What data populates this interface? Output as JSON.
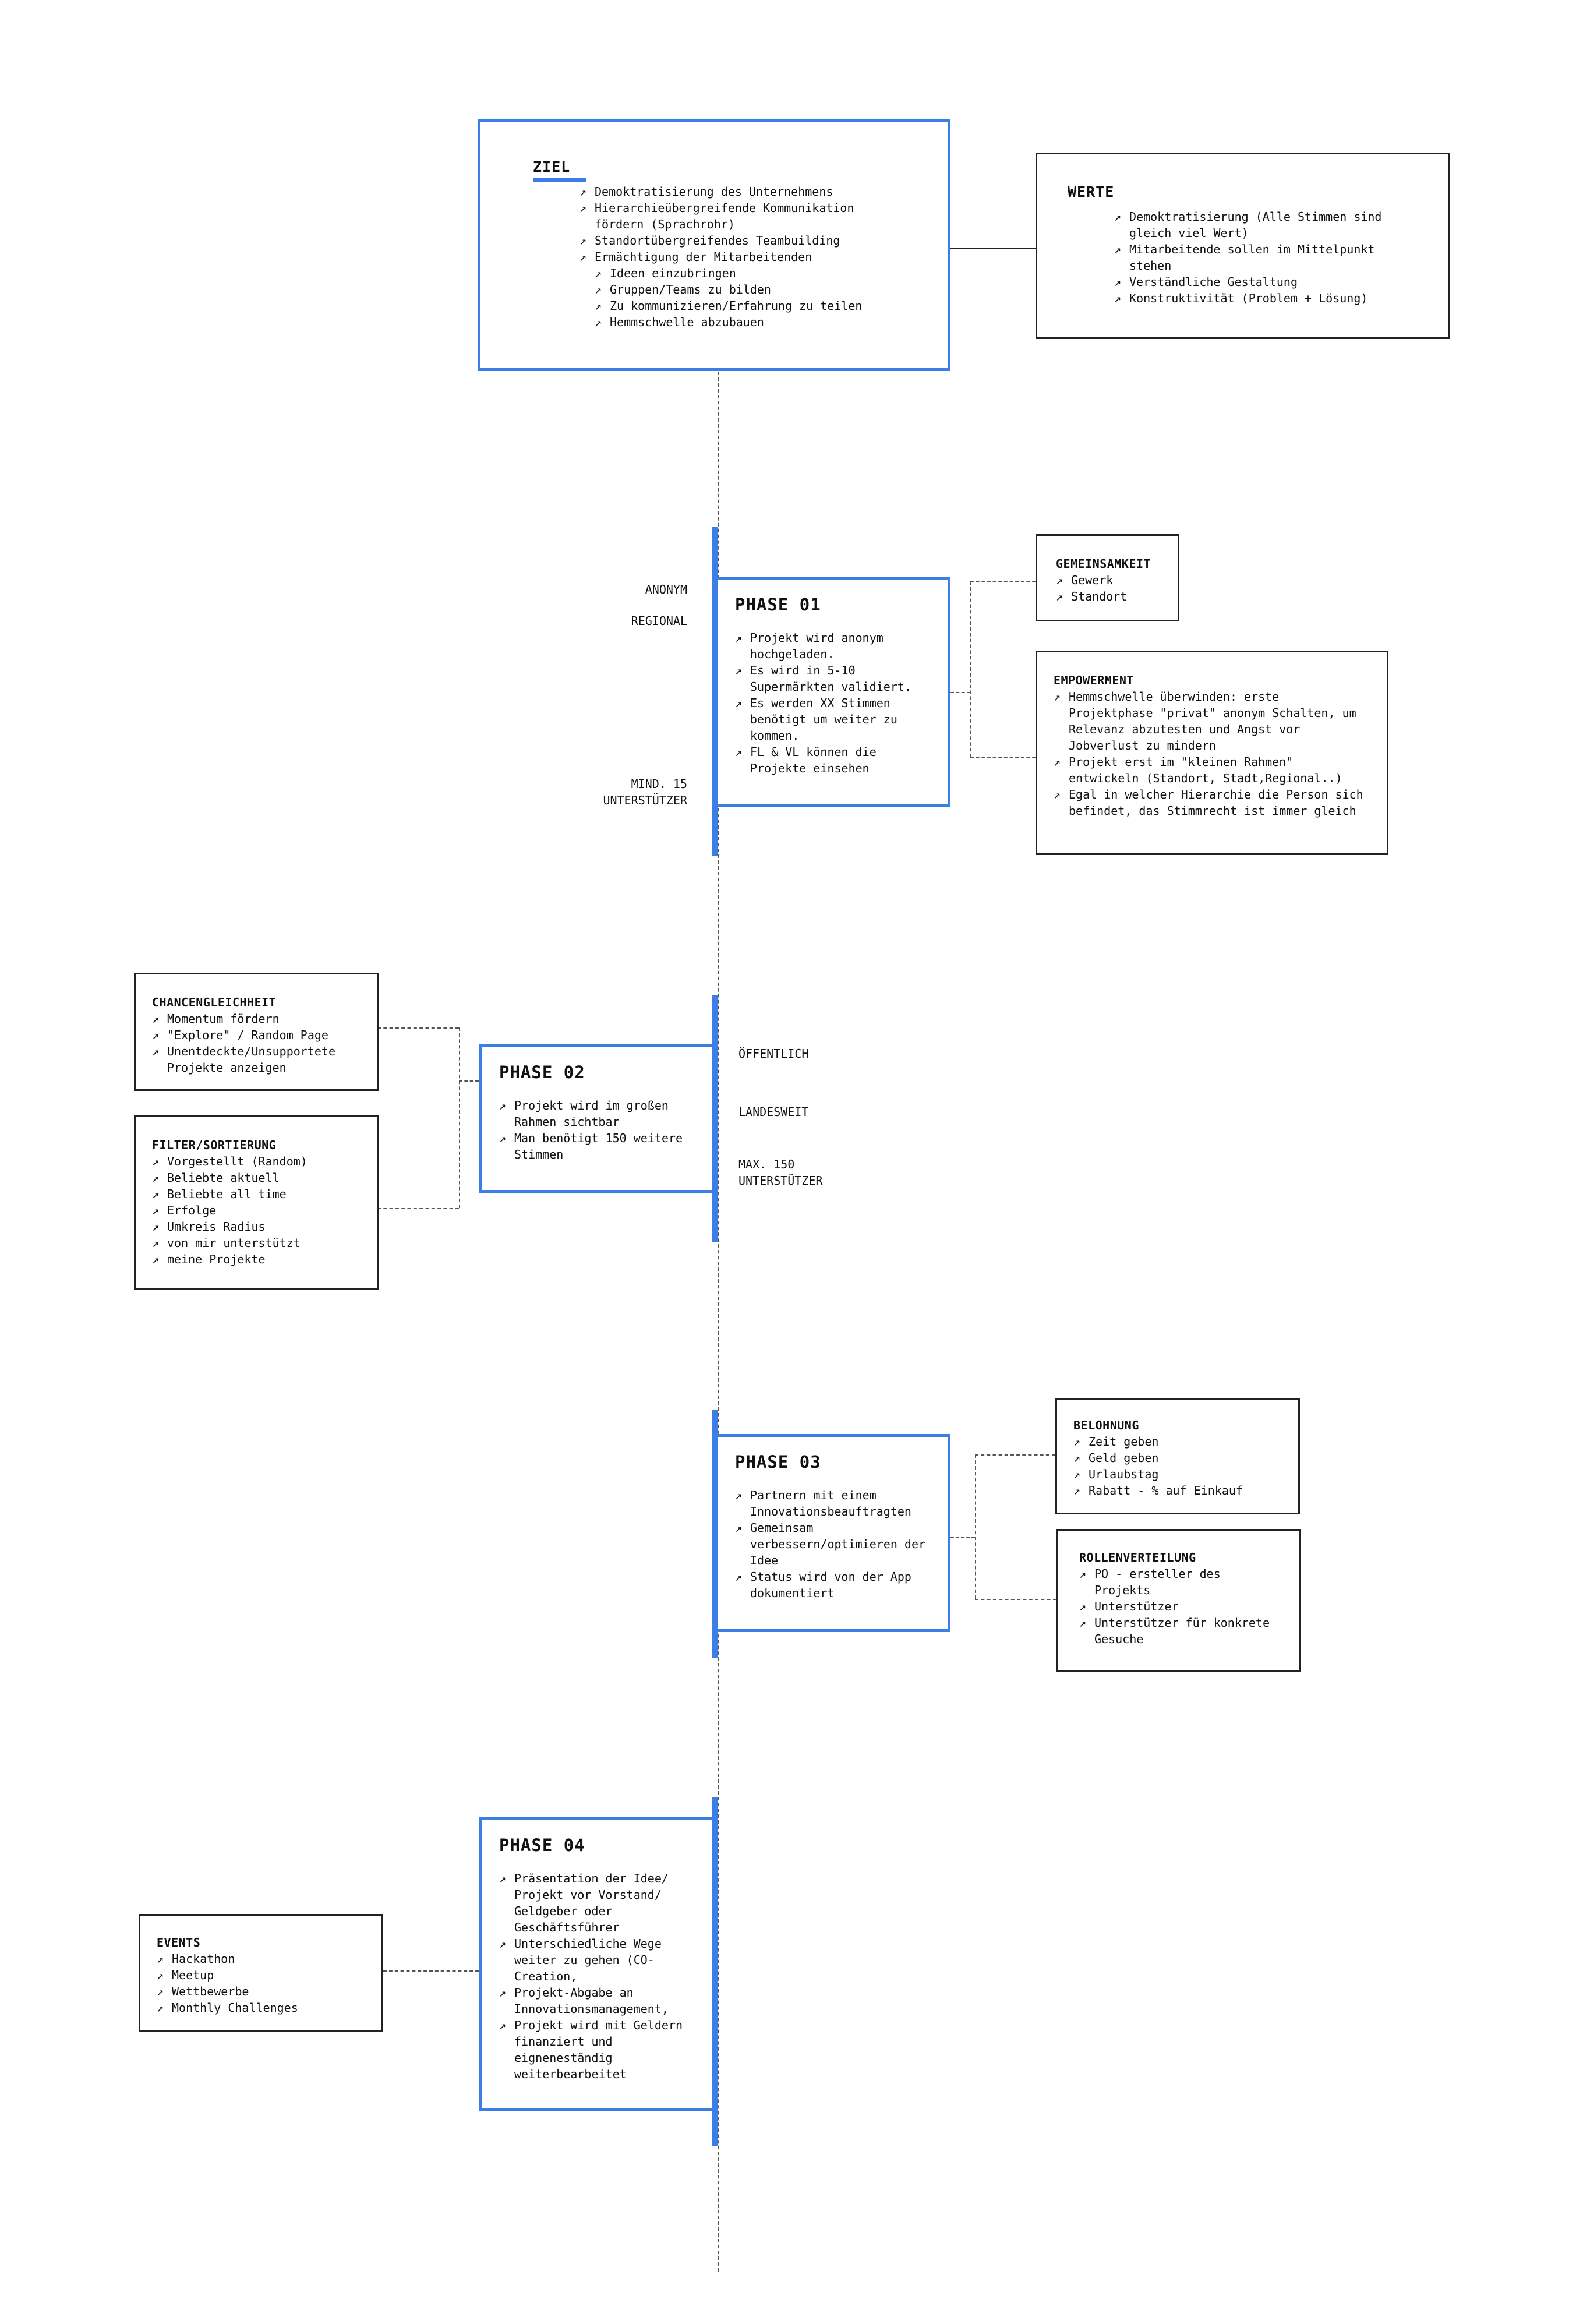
{
  "ziel": {
    "title": "ZIEL",
    "items": [
      "Demoktratisierung des Unternehmens",
      "Hierarchieübergreifende Kommunikation fördern (Sprachrohr)",
      "Standortübergreifendes Teambuilding",
      "Ermächtigung der Mitarbeitenden"
    ],
    "subitems": [
      "Ideen einzubringen",
      "Gruppen/Teams zu bilden",
      "Zu kommunizieren/Erfahrung zu teilen",
      "Hemmschwelle abzubauen"
    ]
  },
  "werte": {
    "title": "WERTE",
    "items": [
      "Demoktratisierung (Alle Stimmen sind gleich viel Wert)",
      "Mitarbeitende sollen im Mittelpunkt stehen",
      "Verständliche Gestaltung",
      "Konstruktivität (Problem + Lösung)"
    ]
  },
  "phase1": {
    "title": "PHASE 01",
    "items": [
      "Projekt wird anonym hochgeladen.",
      "Es wird in 5-10 Supermärkten validiert.",
      "Es werden XX Stimmen benötigt um weiter zu kommen.",
      "FL & VL können die Projekte einsehen"
    ],
    "labels": [
      "ANONYM",
      "REGIONAL",
      "MIND. 15\nUNTERSTÜTZER"
    ]
  },
  "gemeinsamkeit": {
    "title": "GEMEINSAMKEIT",
    "items": [
      "Gewerk",
      "Standort"
    ]
  },
  "empowerment": {
    "title": "EMPOWERMENT",
    "items": [
      "Hemmschwelle überwinden: erste Projektphase \"privat\" anonym Schalten, um Relevanz abzutesten und Angst vor Jobverlust zu mindern",
      "Projekt erst im \"kleinen Rahmen\" entwickeln (Standort, Stadt,Regional..)",
      "Egal in welcher Hierarchie die Person sich befindet, das Stimmrecht ist immer gleich"
    ]
  },
  "phase2": {
    "title": "PHASE 02",
    "items": [
      "Projekt wird im großen Rahmen sichtbar",
      "Man benötigt 150 weitere Stimmen"
    ],
    "labels": [
      "ÖFFENTLICH",
      "LANDESWEIT",
      "MAX. 150\nUNTERSTÜTZER"
    ]
  },
  "chancengleichheit": {
    "title": "CHANCENGLEICHHEIT",
    "items": [
      "Momentum fördern",
      "\"Explore\" / Random Page",
      "Unentdeckte/Unsupportete Projekte anzeigen"
    ]
  },
  "filter": {
    "title": "FILTER/SORTIERUNG",
    "items": [
      "Vorgestellt (Random)",
      "Beliebte aktuell",
      "Beliebte all time",
      "Erfolge",
      "Umkreis Radius",
      "von mir unterstützt",
      "meine Projekte"
    ]
  },
  "phase3": {
    "title": "PHASE 03",
    "items": [
      "Partnern mit einem Innovationsbeauftragten",
      "Gemeinsam verbessern/optimieren der Idee",
      "Status wird von der App dokumentiert"
    ]
  },
  "belohnung": {
    "title": "BELOHNUNG",
    "items": [
      "Zeit geben",
      "Geld geben",
      "Urlaubstag",
      "Rabatt - % auf Einkauf"
    ]
  },
  "rollen": {
    "title": "ROLLENVERTEILUNG",
    "items": [
      "PO - ersteller des Projekts",
      "Unterstützer",
      "Unterstützer für konkrete Gesuche"
    ]
  },
  "phase4": {
    "title": "PHASE 04",
    "items": [
      "Präsentation der Idee/ Projekt vor Vorstand/ Geldgeber oder Geschäftsführer",
      "Unterschiedliche Wege weiter zu gehen (CO-Creation,",
      "Projekt-Abgabe an Innovationsmanagement,",
      "Projekt wird mit Geldern finanziert und eigneneständig weiterbearbeitet"
    ]
  },
  "events": {
    "title": "EVENTS",
    "items": [
      "Hackathon",
      "Meetup",
      "Wettbewerbe",
      "Monthly Challenges"
    ]
  },
  "colors": {
    "accent": "#3b7ee6",
    "border": "#222222"
  }
}
